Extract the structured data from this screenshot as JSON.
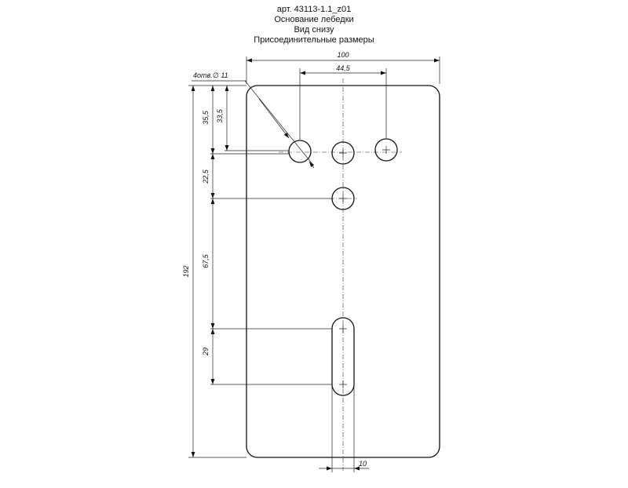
{
  "title": {
    "line1": "арт. 43113-1.1_z01",
    "line2": "Основание лебедки",
    "line3": "Вид снизу",
    "line4": "Присоединительные размеры"
  },
  "dimensions": {
    "width": "100",
    "hole_spacing": "44,5",
    "height": "192",
    "offset_top_left": "35,5",
    "offset_top_center": "33,5",
    "vertical_spacing_1": "22,5",
    "vertical_spacing_2": "67,5",
    "slot_length": "29",
    "slot_width": "10",
    "holes_callout_count": "4отв.",
    "holes_callout_diameter": "∅ 11"
  }
}
